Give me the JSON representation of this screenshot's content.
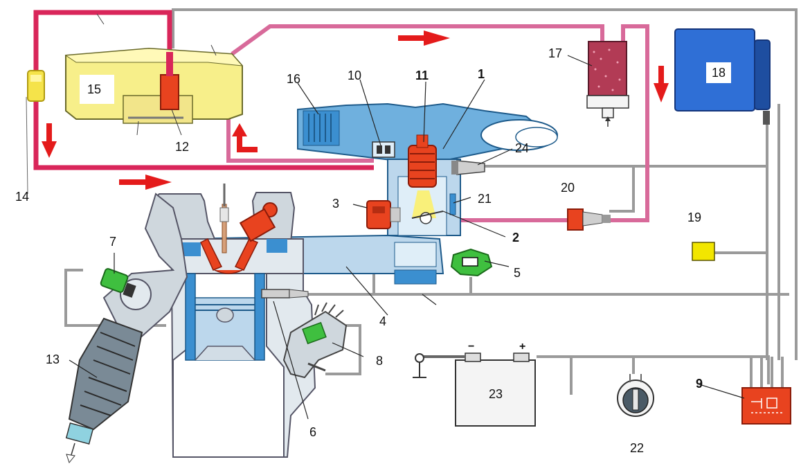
{
  "labels": {
    "n1": "1",
    "n2": "2",
    "n3": "3",
    "n4": "4",
    "n5": "5",
    "n6": "6",
    "n7": "7",
    "n8": "8",
    "n9": "9",
    "n10": "10",
    "n11": "11",
    "n12": "12",
    "n13": "13",
    "n14": "14",
    "n15": "15",
    "n16": "16",
    "n17": "17",
    "n18": "18",
    "n19": "19",
    "n20": "20",
    "n21": "21",
    "n22": "22",
    "n23": "23",
    "n24": "24"
  },
  "battery": {
    "minus": "−",
    "plus": "+"
  },
  "colors": {
    "fuel_line": "#d9265a",
    "fuel_line_pale": "#d86a9a",
    "arrow": "#e41b1b",
    "tank": "#f7ef8a",
    "pump": "#e8431f",
    "engine_blue": "#3b8fd0",
    "engine_light": "#bcd7ec",
    "ecu": "#2f6fd6",
    "sensor_green": "#3fbf3f",
    "catalyst": "#7a8a96",
    "sensor_yellow": "#f2e600",
    "wire": "#9a9a9a"
  }
}
